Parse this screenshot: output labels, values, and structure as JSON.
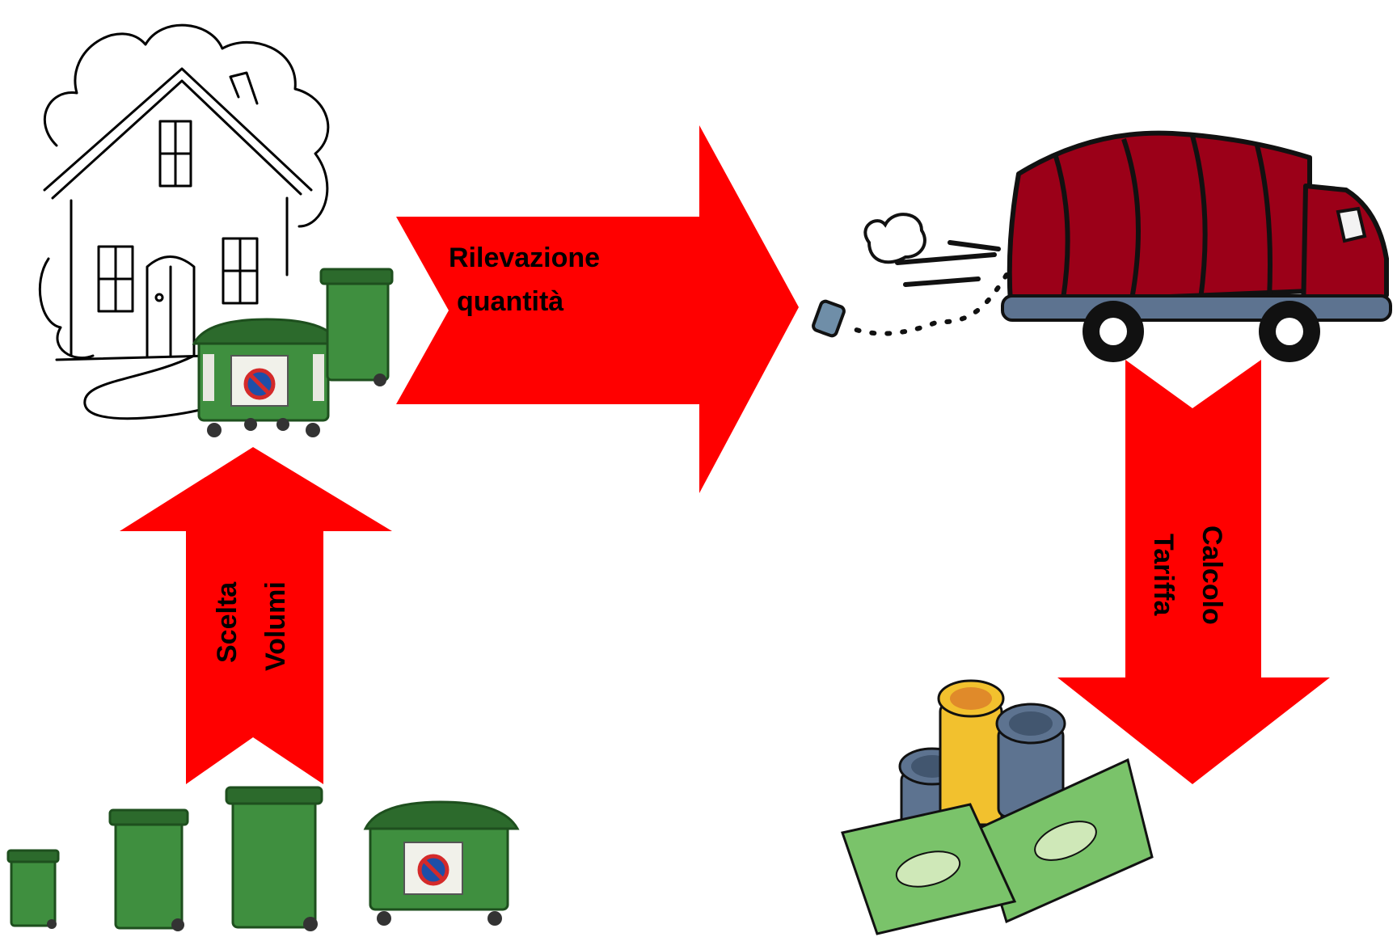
{
  "flow": {
    "arrow_right": {
      "line1": "Rilevazione",
      "line2": "quantità"
    },
    "arrow_up": {
      "line1": "Scelta",
      "line2": "Volumi"
    },
    "arrow_down": {
      "line1": "Calcolo",
      "line2": "Tariffa"
    }
  },
  "colors": {
    "arrow": "#ff0000",
    "bin_green": "#3f8f3f",
    "bin_dark": "#2c6a2c",
    "truck": "#9b0018",
    "money_green": "#7ac36a",
    "coin_gold": "#f2c12e",
    "coin_steel": "#5d7390"
  },
  "icons": [
    "house-icon",
    "dumpster-icon",
    "wheelie-bin-icon",
    "garbage-truck-icon",
    "money-stack-icon",
    "coin-stack-icon"
  ]
}
